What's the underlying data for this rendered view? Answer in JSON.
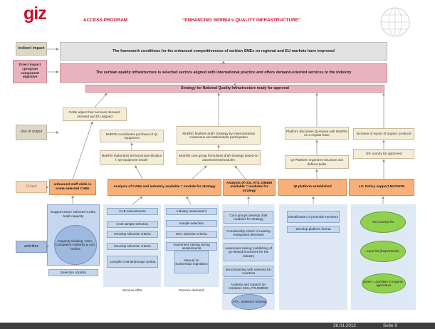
{
  "header": {
    "logo_text": "giz",
    "program": "ACCESS-PROGRAM",
    "title": "“ENHANCING SERBIA’s QUALITY INFRASTRUCTURE”"
  },
  "row_labels": {
    "indirect_impact": "Indirect impact",
    "direct_impact": "Direct impact =program component objective",
    "use_of_output": "Use of output",
    "output": "Output",
    "activities": "activities"
  },
  "impact": {
    "indirect": "The framework conditions for the enhanced competitiveness of serbian SMEs on regional and EU-markets have improved",
    "direct": "The serbian quality infrastructure is selected sectors aligned with international practice and offers demand-oriented services to the industry",
    "strategy": "Strategy for National Quality Infrastructure ready for approval"
  },
  "use_of_output": {
    "cabs_adjust": "CABs adjust their services demand-oriented and EU-aligned",
    "moerd_coordinates": "MoERD coordinates purchase of QI equipment",
    "moerd_elaborates": "MoERD elaborates technical specification f. QI equipment tender",
    "moerd_finalizes": "MoERD finalizes draft- Strategy by interministerial consensus and stakeholder participation",
    "moerd_core_group": "MoERD core group formulates draft-Strategy based on assessments/modules",
    "platform_discusses": "Platform discusses QI-issues with MoERD on a regular base",
    "platform_organizes": "QI Plattform organizes structure and defines tasks",
    "increase_export": "Increase of export of organic products",
    "third_country_approved": "3rd country list approved"
  },
  "outputs": {
    "staff_skills": "enhanced staff skills in some selected CABs",
    "analysis_cabs": "Analysis of CABs and industriy available = module for strategy",
    "analysis_iss": "Analysis of ISS, ATS, DMDM available = modules for strategy",
    "qi_platform": "QI platform established",
    "ls_policy": "LS: Policy support MoTAFW"
  },
  "activities": {
    "col1": {
      "support_cabs": "Support some selected CABs, build capacity",
      "capacity_building": "Capacity building : MoA, Competent Authority & cert. bodies",
      "selection_pilots": "Selection of pilots"
    },
    "col2": [
      "CAB assessments",
      "CAB sample selection",
      "Develop selection criteria",
      "Develop selection criteria",
      "Compile CAB-landscape Serbia"
    ],
    "col2_caption": "Service offer",
    "col3": [
      "Industry assessment",
      "sample selection",
      "Dev. selection criteria",
      "Awareness raising during assessments"
    ],
    "col3_manual": "Manual on EU/Serbian legislation",
    "col3_caption": "Service demand",
    "col4": [
      "Core groups develop draft modules for strategy",
      "Functionality-check of existing transposed directives",
      "Awareness raising: publishing of QI-related brochures for the industry",
      "Benchmarking with selected EU countries",
      "Analysis and support QI-Institutes (ISS,ATS,DMDM)"
    ],
    "col4_training": "ATS , assessor training",
    "col5": [
      "Identification of potential members",
      "Develop platform format"
    ],
    "col6": {
      "third_country_list": "3rd country list",
      "input_list": "Input list (biopesticide)",
      "legend": "green = activities in organic-agriculture"
    }
  },
  "footer": {
    "date": "26.01.2012",
    "page": "Seite 9"
  },
  "colors": {
    "brand_red": "#c8102e",
    "activity_blue": "#c5d7ee",
    "output_orange": "#f8b07a",
    "use_cream": "#f4ecd6",
    "organic_green": "#92d050",
    "footer_dark": "#3f3f3f"
  }
}
